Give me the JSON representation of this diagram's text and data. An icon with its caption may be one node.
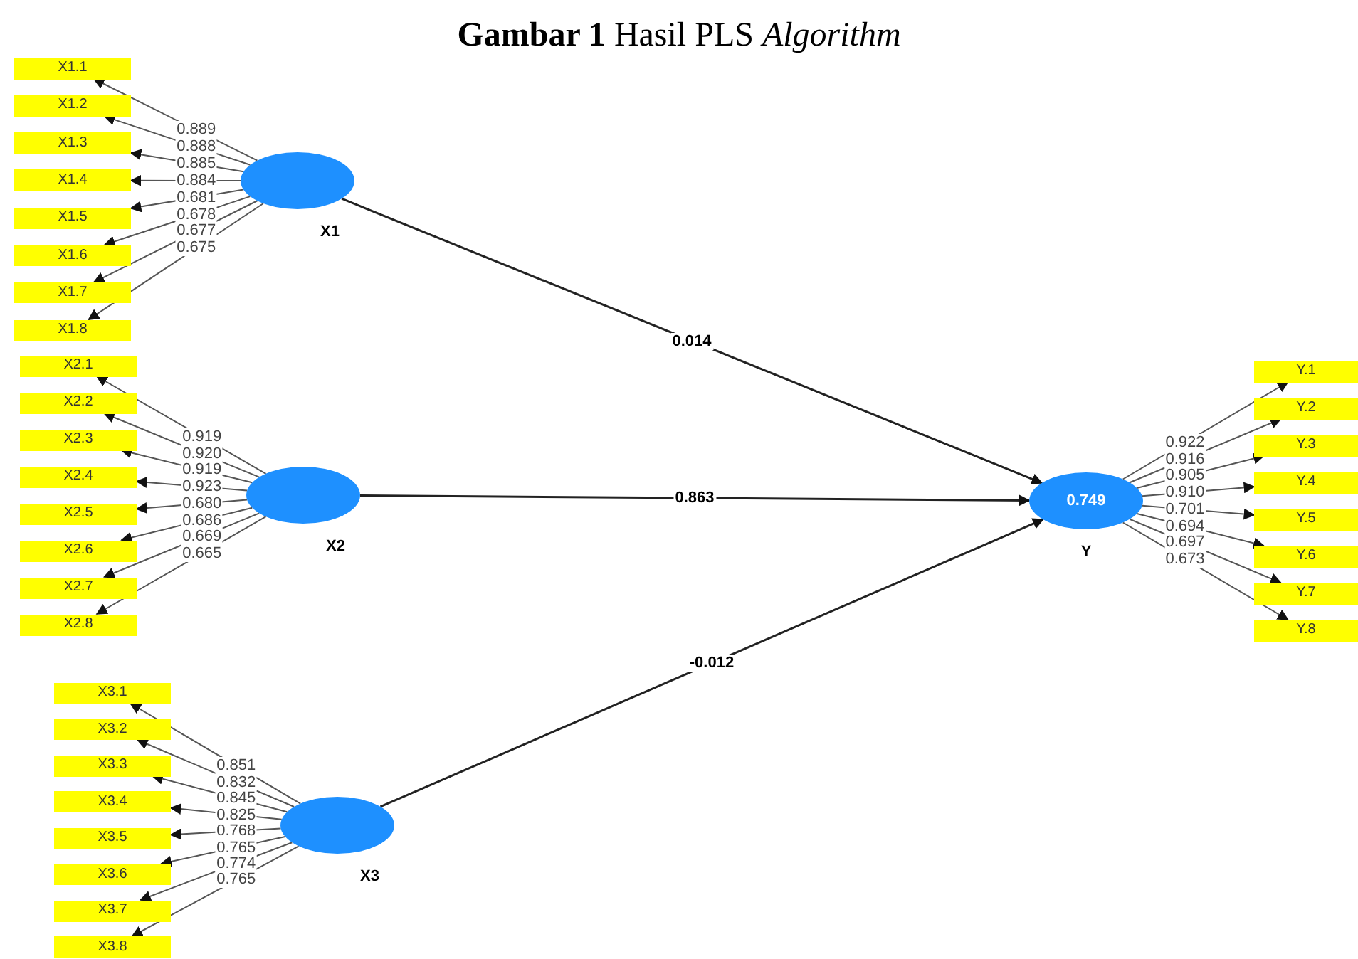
{
  "diagram": {
    "title": "**Gambar 1** Hasil PLS *Algorithm*",
    "nodes": [
      {
        "text": [
          "X1"
        ]
      },
      {
        "text": [
          "X1.1"
        ]
      },
      {
        "text": [
          "X1.2"
        ]
      },
      {
        "text": [
          "X1.3"
        ]
      },
      {
        "text": [
          "X1.4"
        ]
      },
      {
        "text": [
          "X1.5"
        ]
      },
      {
        "text": [
          "X1.6"
        ]
      },
      {
        "text": [
          "X1.7"
        ]
      },
      {
        "text": [
          "X1.8"
        ]
      },
      {
        "text": [
          "X2"
        ]
      },
      {
        "text": [
          "X2.1"
        ]
      },
      {
        "text": [
          "X2.2"
        ]
      },
      {
        "text": [
          "X2.3"
        ]
      },
      {
        "text": [
          "X2.4"
        ]
      },
      {
        "text": [
          "X2.5"
        ]
      },
      {
        "text": [
          "X2.6"
        ]
      },
      {
        "text": [
          "X2.7"
        ]
      },
      {
        "text": [
          "X2.8"
        ]
      },
      {
        "text": [
          "X3"
        ]
      },
      {
        "text": [
          "X3.1"
        ]
      },
      {
        "text": [
          "X3.2"
        ]
      },
      {
        "text": [
          "X3.3"
        ]
      },
      {
        "text": [
          "X3.4"
        ]
      },
      {
        "text": [
          "X3.5"
        ]
      },
      {
        "text": [
          "X3.6"
        ]
      },
      {
        "text": [
          "X3.7"
        ]
      },
      {
        "text": [
          "X3.8"
        ]
      },
      {
        "text": [
          "0.749",
          "Y"
        ]
      },
      {
        "text": [
          "Y.1"
        ]
      },
      {
        "text": [
          "Y.2"
        ]
      },
      {
        "text": [
          "Y.3"
        ]
      },
      {
        "text": [
          "Y.4"
        ]
      },
      {
        "text": [
          "Y.5"
        ]
      },
      {
        "text": [
          "Y.6"
        ]
      },
      {
        "text": [
          "Y.7"
        ]
      },
      {
        "text": [
          "Y.8"
        ]
      }
    ],
    "edges": [
      {
        "from": 0,
        "to": 1,
        "arrow": "to",
        "label": "0.889"
      },
      {
        "from": 0,
        "to": 2,
        "arrow": "to",
        "label": "0.888"
      },
      {
        "from": 0,
        "to": 3,
        "arrow": "to",
        "label": "0.885"
      },
      {
        "from": 0,
        "to": 4,
        "arrow": "to",
        "label": "0.884"
      },
      {
        "from": 0,
        "to": 5,
        "arrow": "to",
        "label": "0.681"
      },
      {
        "from": 0,
        "to": 6,
        "arrow": "to",
        "label": "0.678"
      },
      {
        "from": 0,
        "to": 7,
        "arrow": "to",
        "label": "0.677"
      },
      {
        "from": 0,
        "to": 8,
        "arrow": "to",
        "label": "0.675"
      },
      {
        "from": 9,
        "to": 10,
        "arrow": "to",
        "label": "0.919"
      },
      {
        "from": 9,
        "to": 11,
        "arrow": "to",
        "label": "0.920"
      },
      {
        "from": 9,
        "to": 12,
        "arrow": "to",
        "label": "0.919"
      },
      {
        "from": 9,
        "to": 13,
        "arrow": "to",
        "label": "0.923"
      },
      {
        "from": 9,
        "to": 14,
        "arrow": "to",
        "label": "0.680"
      },
      {
        "from": 9,
        "to": 15,
        "arrow": "to",
        "label": "0.686"
      },
      {
        "from": 9,
        "to": 16,
        "arrow": "to",
        "label": "0.669"
      },
      {
        "from": 9,
        "to": 17,
        "arrow": "to",
        "label": "0.665"
      },
      {
        "from": 18,
        "to": 19,
        "arrow": "to",
        "label": "0.851"
      },
      {
        "from": 18,
        "to": 20,
        "arrow": "to",
        "label": "0.832"
      },
      {
        "from": 18,
        "to": 21,
        "arrow": "to",
        "label": "0.845"
      },
      {
        "from": 18,
        "to": 22,
        "arrow": "to",
        "label": "0.825"
      },
      {
        "from": 18,
        "to": 23,
        "arrow": "to",
        "label": "0.768"
      },
      {
        "from": 18,
        "to": 24,
        "arrow": "to",
        "label": "0.765"
      },
      {
        "from": 18,
        "to": 25,
        "arrow": "to",
        "label": "0.774"
      },
      {
        "from": 18,
        "to": 26,
        "arrow": "to",
        "label": "0.765"
      },
      {
        "from": 0,
        "to": 27,
        "arrow": "to",
        "label": "0.014"
      },
      {
        "from": 9,
        "to": 27,
        "arrow": "to",
        "label": "0.863"
      },
      {
        "from": 18,
        "to": 27,
        "arrow": "to",
        "label": "-0.012"
      },
      {
        "from": 27,
        "to": 28,
        "arrow": "to",
        "label": "0.922"
      },
      {
        "from": 27,
        "to": 29,
        "arrow": "to",
        "label": "0.916"
      },
      {
        "from": 27,
        "to": 30,
        "arrow": "to",
        "label": "0.905"
      },
      {
        "from": 27,
        "to": 31,
        "arrow": "to",
        "label": "0.910"
      },
      {
        "from": 27,
        "to": 32,
        "arrow": "to",
        "label": "0.701"
      },
      {
        "from": 27,
        "to": 33,
        "arrow": "to",
        "label": "0.694"
      },
      {
        "from": 27,
        "to": 34,
        "arrow": "to",
        "label": "0.697"
      },
      {
        "from": 27,
        "to": 35,
        "arrow": "to",
        "label": "0.673"
      }
    ]
  }
}
